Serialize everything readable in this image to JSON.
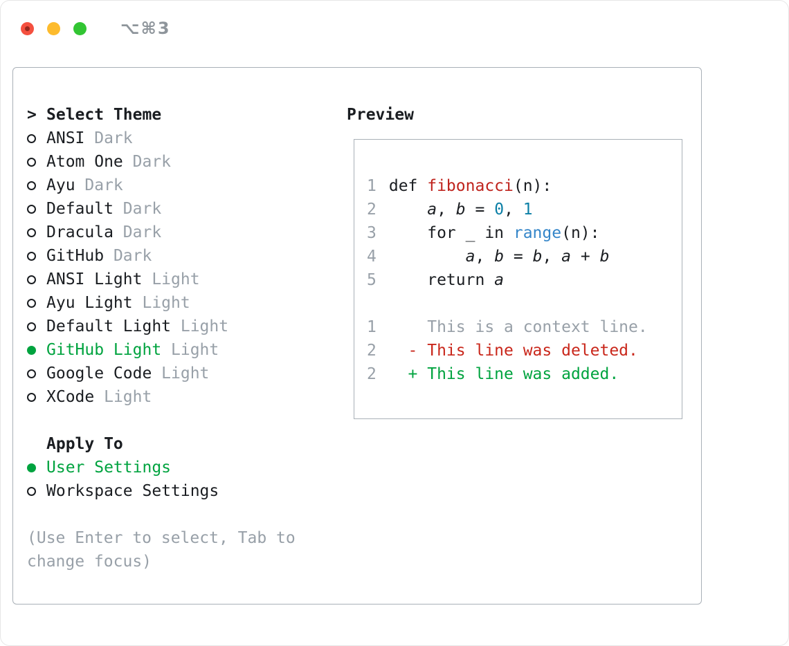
{
  "window": {
    "shortcut_label": "⌥⌘3"
  },
  "colors": {
    "selected_green": "#00a33f",
    "deleted_red": "#c9271b",
    "function_red": "#bf231d",
    "number_teal": "#0b7fa6",
    "builtin_blue": "#3586c9",
    "muted_gray": "#98a0a8"
  },
  "selector": {
    "prompt_char": ">",
    "title": "Select Theme",
    "themes": [
      {
        "name": "ANSI",
        "variant": "Dark",
        "selected": false
      },
      {
        "name": "Atom One",
        "variant": "Dark",
        "selected": false
      },
      {
        "name": "Ayu",
        "variant": "Dark",
        "selected": false
      },
      {
        "name": "Default",
        "variant": "Dark",
        "selected": false
      },
      {
        "name": "Dracula",
        "variant": "Dark",
        "selected": false
      },
      {
        "name": "GitHub",
        "variant": "Dark",
        "selected": false
      },
      {
        "name": "ANSI Light",
        "variant": "Light",
        "selected": false
      },
      {
        "name": "Ayu Light",
        "variant": "Light",
        "selected": false
      },
      {
        "name": "Default Light",
        "variant": "Light",
        "selected": false
      },
      {
        "name": "GitHub Light",
        "variant": "Light",
        "selected": true
      },
      {
        "name": "Google Code",
        "variant": "Light",
        "selected": false
      },
      {
        "name": "XCode",
        "variant": "Light",
        "selected": false
      }
    ],
    "apply_to": {
      "title": "Apply To",
      "options": [
        {
          "label": "User Settings",
          "selected": true
        },
        {
          "label": "Workspace Settings",
          "selected": false
        }
      ]
    },
    "hint": "(Use Enter to select, Tab to change focus)"
  },
  "preview": {
    "title": "Preview",
    "lines": [
      {
        "number": "1",
        "tokens": [
          {
            "t": "def ",
            "s": "plain"
          },
          {
            "t": "fibonacci",
            "s": "func"
          },
          {
            "t": "(n):",
            "s": "plain"
          }
        ]
      },
      {
        "number": "2",
        "tokens": [
          {
            "t": "    ",
            "s": "plain"
          },
          {
            "t": "a",
            "s": "var"
          },
          {
            "t": ", ",
            "s": "plain"
          },
          {
            "t": "b",
            "s": "var"
          },
          {
            "t": " = ",
            "s": "plain"
          },
          {
            "t": "0",
            "s": "num"
          },
          {
            "t": ", ",
            "s": "plain"
          },
          {
            "t": "1",
            "s": "num"
          }
        ]
      },
      {
        "number": "3",
        "tokens": [
          {
            "t": "    for _ in ",
            "s": "plain"
          },
          {
            "t": "range",
            "s": "builtin"
          },
          {
            "t": "(n):",
            "s": "plain"
          }
        ]
      },
      {
        "number": "4",
        "tokens": [
          {
            "t": "        ",
            "s": "plain"
          },
          {
            "t": "a",
            "s": "var"
          },
          {
            "t": ", ",
            "s": "plain"
          },
          {
            "t": "b",
            "s": "var"
          },
          {
            "t": " = ",
            "s": "plain"
          },
          {
            "t": "b",
            "s": "var"
          },
          {
            "t": ", ",
            "s": "plain"
          },
          {
            "t": "a",
            "s": "var"
          },
          {
            "t": " + ",
            "s": "plain"
          },
          {
            "t": "b",
            "s": "var"
          }
        ]
      },
      {
        "number": "5",
        "tokens": [
          {
            "t": "    return ",
            "s": "plain"
          },
          {
            "t": "a",
            "s": "var"
          }
        ]
      },
      {
        "number": "",
        "tokens": []
      },
      {
        "number": "1",
        "tokens": [
          {
            "t": "    This is a context line.",
            "s": "context"
          }
        ]
      },
      {
        "number": "2",
        "tokens": [
          {
            "t": "  - This line was deleted.",
            "s": "deleted"
          }
        ]
      },
      {
        "number": "2",
        "tokens": [
          {
            "t": "  + This line was added.",
            "s": "added"
          }
        ]
      }
    ]
  }
}
